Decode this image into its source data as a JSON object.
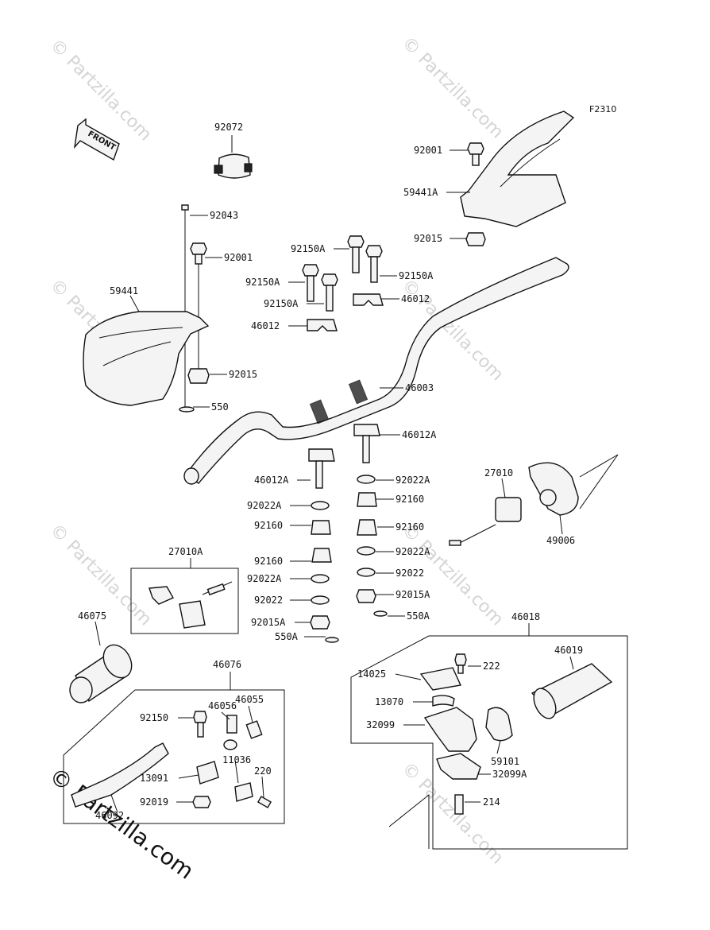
{
  "figure_code": "F2310",
  "front_label": "FRONT",
  "watermark": "© Partzilla.com",
  "labels": {
    "p92072": "92072",
    "p92043": "92043",
    "p92001_left": "92001",
    "p59441": "59441",
    "p92015_left": "92015",
    "p550": "550",
    "p92001_right": "92001",
    "p59441A": "59441A",
    "p92015_right": "92015",
    "p92150A_1": "92150A",
    "p92150A_2": "92150A",
    "p92150A_3": "92150A",
    "p92150A_4": "92150A",
    "p46012_1": "46012",
    "p46012_2": "46012",
    "p46003": "46003",
    "p46012A_1": "46012A",
    "p46012A_2": "46012A",
    "p92022A_1": "92022A",
    "p92022A_2": "92022A",
    "p92022A_3": "92022A",
    "p92022A_4": "92022A",
    "p92160_1": "92160",
    "p92160_2": "92160",
    "p92160_3": "92160",
    "p92160_4": "92160",
    "p92022_1": "92022",
    "p92022_2": "92022",
    "p92015A_1": "92015A",
    "p92015A_2": "92015A",
    "p550A_1": "550A",
    "p550A_2": "550A",
    "p27010": "27010",
    "p49006": "49006",
    "p27010A": "27010A",
    "p46075": "46075",
    "p46018": "46018",
    "p46019": "46019",
    "p222": "222",
    "p14025": "14025",
    "p13070": "13070",
    "p32099": "32099",
    "p59101": "59101",
    "p32099A": "32099A",
    "p214": "214",
    "p46076": "46076",
    "p46055": "46055",
    "p46056": "46056",
    "p92150": "92150",
    "p11036": "11036",
    "p220": "220",
    "p13091": "13091",
    "p92019": "92019",
    "p46092": "46092"
  }
}
